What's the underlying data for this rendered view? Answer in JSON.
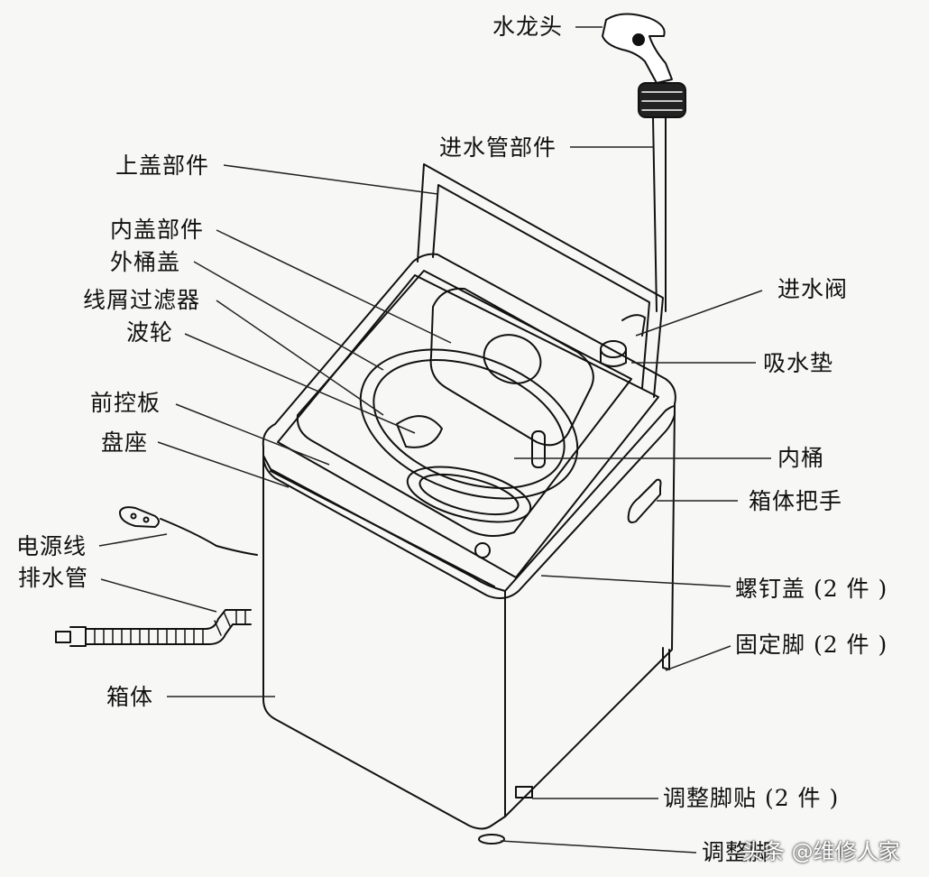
{
  "labels": {
    "faucet": "水龙头",
    "inlet_hose": "进水管部件",
    "top_lid": "上盖部件",
    "inner_lid": "内盖部件",
    "outer_tub_cover": "外桶盖",
    "lint_filter": "线屑过滤器",
    "pulsator": "波轮",
    "front_control_panel": "前控板",
    "base_seat": "盘座",
    "power_cord": "电源线",
    "drain_hose": "排水管",
    "cabinet": "箱体",
    "inlet_valve": "进水阀",
    "absorbent_pad": "吸水垫",
    "inner_tub": "内桶",
    "cabinet_handle": "箱体把手",
    "screw_cover": "螺钉盖 (2 件 )",
    "fixed_foot": "固定脚 (2 件 )",
    "adjust_foot_pad": "调整脚贴 (2 件 )",
    "adjust_screw": "调整脚"
  },
  "watermark": "头条 @维修人家",
  "colors": {
    "line": "#111111",
    "background": "#f7f7f5"
  }
}
